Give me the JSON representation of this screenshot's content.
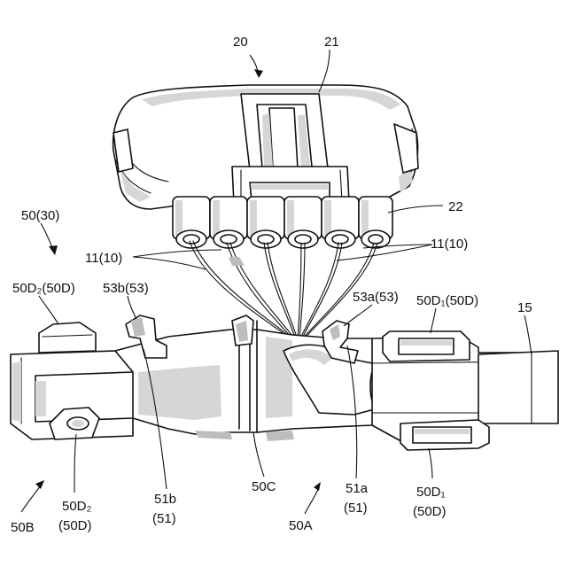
{
  "labels": {
    "l20": "20",
    "l21": "21",
    "l22": "22",
    "l50_30": "50(30)",
    "l11_10_left": "11(10)",
    "l11_10_right": "11(10)",
    "l50d2_50d_top": "50D₂(50D)",
    "l53b_53": "53b(53)",
    "l53a_53": "53a(53)",
    "l50d1_50d_top": "50D₁(50D)",
    "l15": "15",
    "l50b": "50B",
    "l50d2_bottom_a": "50D₂",
    "l50d2_bottom_b": "(50D)",
    "l51b_a": "51b",
    "l51b_b": "(51)",
    "l50c": "50C",
    "l50a": "50A",
    "l51a_a": "51a",
    "l51a_b": "(51)",
    "l50d1_bottom_a": "50D₁",
    "l50d1_bottom_b": "(50D)"
  }
}
